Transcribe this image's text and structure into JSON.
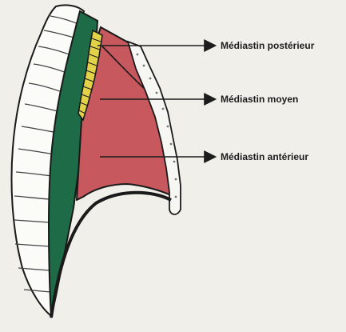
{
  "labels": {
    "posterieur": "Médiastin postérieur",
    "moyen": "Médiastin moyen",
    "anterieur": "Médiastin antérieur"
  },
  "colors": {
    "posterior": "#1e6b47",
    "anterior": "#c6585e",
    "middle_band": "#e2d24a",
    "bone": "#ffffff",
    "outline": "#1a1a1a"
  }
}
